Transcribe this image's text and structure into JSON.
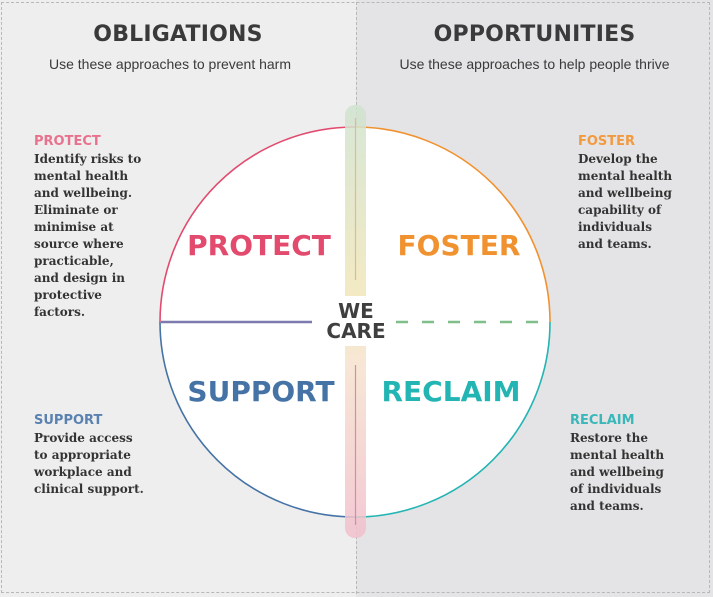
{
  "left": {
    "heading": "OBLIGATIONS",
    "subheading": "Use these approaches to prevent harm"
  },
  "right": {
    "heading": "OPPORTUNITIES",
    "subheading": "Use these approaches to help people thrive"
  },
  "center": {
    "line1": "WE",
    "line2": "CARE"
  },
  "quadrants": {
    "protect": {
      "label": "PROTECT",
      "color": "#e24a6e"
    },
    "foster": {
      "label": "FOSTER",
      "color": "#f0922f"
    },
    "support": {
      "label": "SUPPORT",
      "color": "#4673a6"
    },
    "reclaim": {
      "label": "RECLAIM",
      "color": "#23b5b3"
    }
  },
  "notes": {
    "protect": {
      "title": "PROTECT",
      "body": "Identify risks to\nmental health\nand wellbeing.\nEliminate or\nminimise at\nsource where\npracticable,\nand design in\nprotective\nfactors."
    },
    "foster": {
      "title": "FOSTER",
      "body": "Develop the\nmental health\nand wellbeing\ncapability of\nindividuals\nand teams."
    },
    "support": {
      "title": "SUPPORT",
      "body": "Provide access\nto appropriate\nworkplace and\nclinical support."
    },
    "reclaim": {
      "title": "RECLAIM",
      "body": "Restore the\nmental health\nand wellbeing\nof individuals\nand teams."
    }
  }
}
